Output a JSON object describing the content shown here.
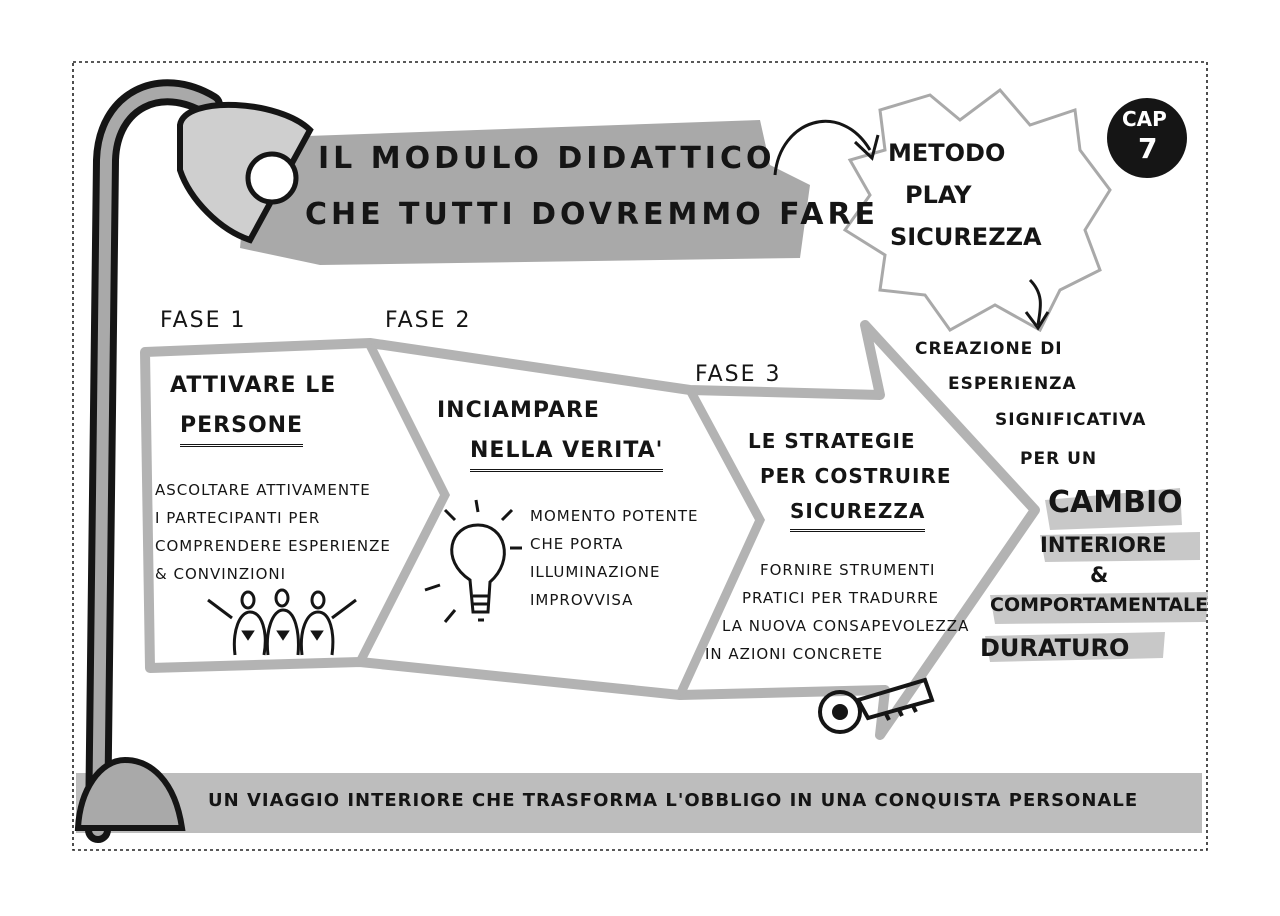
{
  "title": {
    "line1": "IL MODULO DIDATTICO",
    "line2": "CHE TUTTI DOVREMMO FARE"
  },
  "badge": {
    "line1": "CAP",
    "line2": "7"
  },
  "burst": {
    "line1": "METODO",
    "line2": "PLAY",
    "line3": "SICUREZZA"
  },
  "phases": [
    {
      "label": "FASE 1",
      "title_line1": "ATTIVARE LE",
      "title_line2": "PERSONE",
      "body": [
        "ASCOLTARE ATTIVAMENTE",
        "I PARTECIPANTI PER",
        "COMPRENDERE ESPERIENZE",
        "& CONVINZIONI"
      ],
      "icon": "people-hearts-icon"
    },
    {
      "label": "FASE 2",
      "title_line1": "INCIAMPARE",
      "title_line2": "NELLA VERITA'",
      "body": [
        "MOMENTO POTENTE",
        "CHE PORTA",
        "ILLUMINAZIONE",
        "IMPROVVISA"
      ],
      "icon": "lightbulb-icon"
    },
    {
      "label": "FASE 3",
      "title_line1": "LE STRATEGIE",
      "title_line2": "PER COSTRUIRE",
      "title_line3": "SICUREZZA",
      "body": [
        "FORNIRE STRUMENTI",
        "PRATICI PER TRADURRE",
        "LA NUOVA CONSAPEVOLEZZA",
        "IN AZIONI CONCRETE"
      ],
      "icon": "key-icon"
    }
  ],
  "result": {
    "lines": [
      "CREAZIONE DI",
      "ESPERIENZA",
      "SIGNIFICATIVA",
      "PER UN"
    ],
    "big": "CAMBIO",
    "emph1": "INTERIORE",
    "amp": "&",
    "emph2": "COMPORTAMENTALE",
    "emph3": "DURATURO"
  },
  "footer": "UN VIAGGIO INTERIORE CHE TRASFORMA L'OBBLIGO IN UNA CONQUISTA PERSONALE",
  "colors": {
    "ink": "#151515",
    "gray": "#a9a9a9",
    "light_gray": "#c8c8c8",
    "paper": "#ffffff"
  }
}
